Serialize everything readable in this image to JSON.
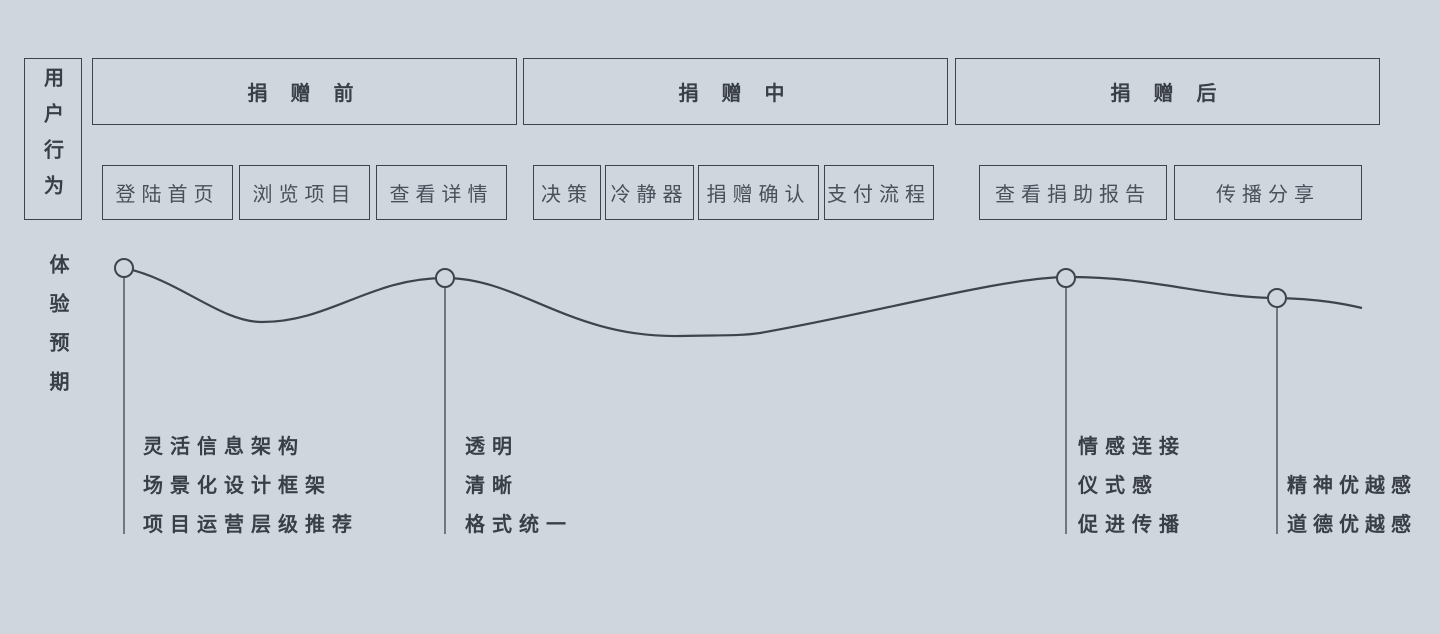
{
  "user_behavior_label": "用户行为",
  "experience_label": "体验预期",
  "phases": [
    "捐 赠 前",
    "捐 赠 中",
    "捐 赠 后"
  ],
  "steps": [
    "登陆首页",
    "浏览项目",
    "查看详情",
    "决策",
    "冷静器",
    "捐赠确认",
    "支付流程",
    "查看捐助报告",
    "传播分享"
  ],
  "notes": {
    "group1": [
      "灵活信息架构",
      "场景化设计框架",
      "项目运营层级推荐"
    ],
    "group2": [
      "透明",
      "清晰",
      "格式统一"
    ],
    "group3": [
      "情感连接",
      "仪式感",
      "促进传播"
    ],
    "group4": [
      "精神优越感",
      "道德优越感"
    ]
  }
}
